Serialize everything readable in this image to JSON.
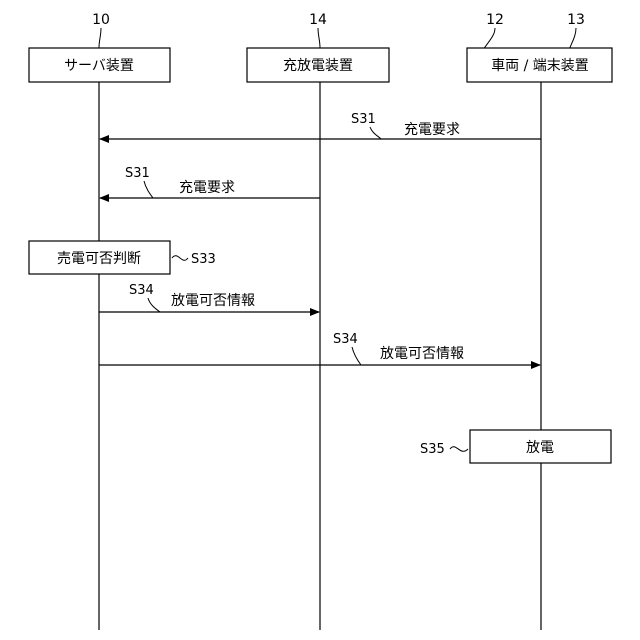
{
  "participants": [
    {
      "id": "server",
      "ref": "10",
      "label": "サーバ装置"
    },
    {
      "id": "charger",
      "ref": "14",
      "label": "充放電装置"
    },
    {
      "id": "vehicle",
      "ref_a": "12",
      "ref_b": "13",
      "label": "車両 / 端末装置"
    }
  ],
  "messages": [
    {
      "step": "S31",
      "label": "充電要求"
    },
    {
      "step": "S31",
      "label": "充電要求"
    },
    {
      "step": "S34",
      "label": "放電可否情報"
    },
    {
      "step": "S34",
      "label": "放電可否情報"
    }
  ],
  "processes": [
    {
      "step": "S33",
      "label": "売電可否判断"
    },
    {
      "step": "S35",
      "label": "放電"
    }
  ]
}
